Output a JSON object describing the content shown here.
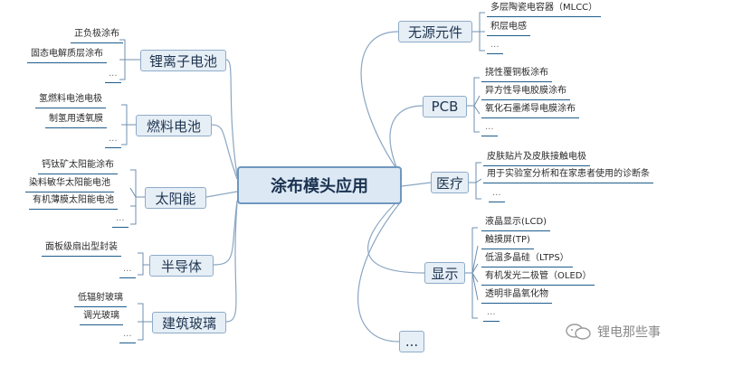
{
  "center": "涂布模头应用",
  "left_branches": [
    {
      "label": "锂离子电池",
      "leaves": [
        "正负极涂布",
        "固态电解质层涂布",
        "..."
      ]
    },
    {
      "label": "燃料电池",
      "leaves": [
        "氢燃料电池电极",
        "制氢用透氧膜",
        "..."
      ]
    },
    {
      "label": "太阳能",
      "leaves": [
        "钙钛矿太阳能涂布",
        "染料敏华太阳能电池",
        "有机薄膜太阳能电池",
        "..."
      ]
    },
    {
      "label": "半导体",
      "leaves": [
        "面板级扇出型封装",
        "..."
      ]
    },
    {
      "label": "建筑玻璃",
      "leaves": [
        "低辐射玻璃",
        "调光玻璃",
        "..."
      ]
    }
  ],
  "right_branches": [
    {
      "label": "无源元件",
      "leaves": [
        "多层陶瓷电容器（MLCC）",
        "积层电感",
        "..."
      ]
    },
    {
      "label": "PCB",
      "leaves": [
        "挠性覆铜板涂布",
        "异方性导电胶膜涂布",
        "氧化石墨烯导电膜涂布",
        "..."
      ]
    },
    {
      "label": "医疗",
      "leaves": [
        "皮肤贴片及皮肤接触电极",
        "用于实验室分析和在家患者使用的诊断条",
        "..."
      ]
    },
    {
      "label": "显示",
      "leaves": [
        "液晶显示(LCD)",
        "触摸屏(TP)",
        "低温多晶硅（LTPS）",
        "有机发光二极管（OLED）",
        "透明非晶氧化物",
        "..."
      ]
    },
    {
      "label": "..."
    }
  ],
  "watermark": "锂电那些事"
}
